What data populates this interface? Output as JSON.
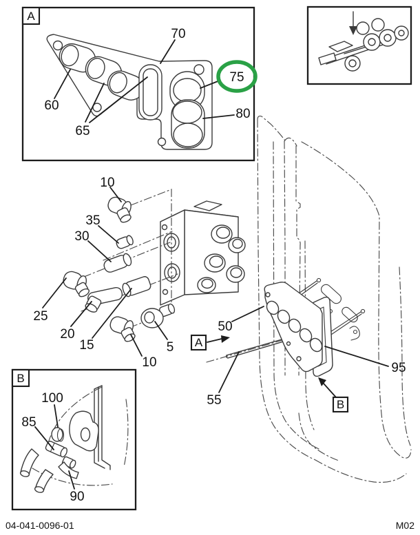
{
  "page": {
    "footer_left": "04-041-0096-01",
    "footer_right": "M02"
  },
  "style": {
    "line_color": "#3a3a3a",
    "text_color": "#111111",
    "highlight_color": "#2aa146"
  },
  "inset_a": {
    "label": "A",
    "callouts": {
      "c60": "60",
      "c65": "65",
      "c70": "70",
      "c75": "75",
      "c80": "80"
    },
    "highlighted_callout": "75"
  },
  "locator": {
    "icon": "truck-chassis-icon"
  },
  "exploded": {
    "callouts": {
      "c10_top": "10",
      "c35": "35",
      "c30": "30",
      "c25": "25",
      "c20": "20",
      "c15": "15",
      "c5": "5",
      "c10_bottom": "10"
    }
  },
  "install": {
    "callouts": {
      "c50": "50",
      "c55": "55",
      "c95": "95"
    },
    "ref_a": "A",
    "ref_b": "B"
  },
  "inset_b": {
    "label": "B",
    "callouts": {
      "c100": "100",
      "c85": "85",
      "c90": "90"
    }
  }
}
